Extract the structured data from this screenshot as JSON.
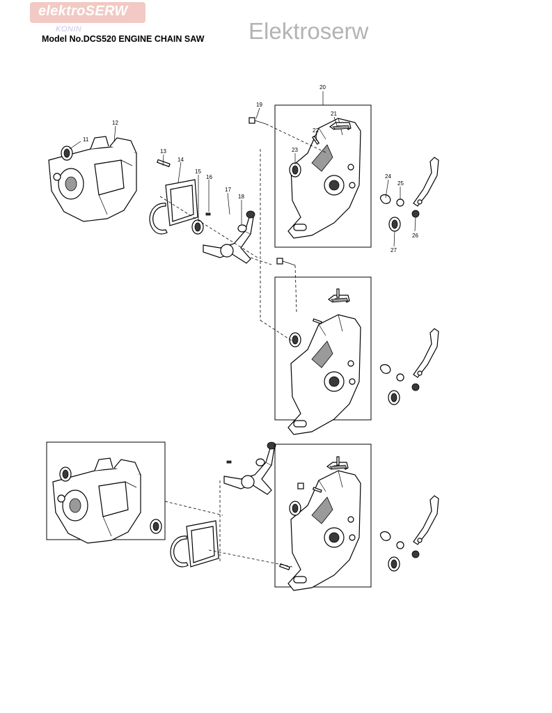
{
  "watermark": {
    "badge": "elektroSERW",
    "sub": "KONIN",
    "brand": "Elektroserw"
  },
  "title": "Model No.DCS520 ENGINE CHAIN SAW",
  "parts": {
    "p11": "11",
    "p12": "12",
    "p13": "13",
    "p14": "14",
    "p15": "15",
    "p16": "16",
    "p17": "17",
    "p18": "18",
    "p19": "19",
    "p20": "20",
    "p21": "21",
    "p22": "22",
    "p23": "23",
    "p24": "24",
    "p25": "25",
    "p26": "26",
    "p27": "27"
  },
  "colors": {
    "watermark_badge": "#f2c9c4",
    "brand_grey": "#b3b3b3"
  }
}
